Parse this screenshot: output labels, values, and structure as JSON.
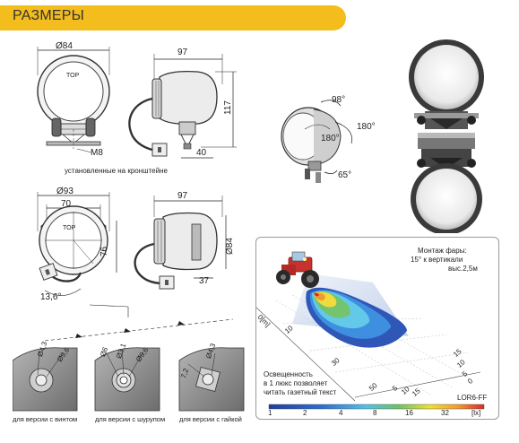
{
  "header": {
    "title": "РАЗМЕРЫ",
    "accent_color": "#f2bd1d"
  },
  "top_left": {
    "dia_84": "Ø84",
    "top_label": "TOP",
    "bolt": "M8",
    "caption": "установленные на кронштейне",
    "len_97": "97",
    "h_117": "117",
    "w_40": "40"
  },
  "middle_left": {
    "dia_93": "Ø93",
    "w_70": "70",
    "top_label": "TOP",
    "h_76": "76",
    "angle": "13,6°",
    "len_97": "97",
    "dia_84": "Ø84",
    "w_37": "37"
  },
  "angles": {
    "a98": "98°",
    "a180h": "180°",
    "a180v": "180°",
    "a65": "65°"
  },
  "details": [
    {
      "d1": "Ø4,3",
      "d2": "Ø9,6",
      "caption": "для версии с винтом"
    },
    {
      "d1": "Ø6",
      "d2": "Ø3,1",
      "d3": "Ø9,6",
      "caption": "для версии с шурупом"
    },
    {
      "d1": "7,2",
      "d2": "Ø4,3",
      "caption": "для версии с гайкой"
    }
  ],
  "beam_panel": {
    "note_line1": "Монтаж фары:",
    "note_line2": "15° к вертикали",
    "note_line3": "выс.2,5м",
    "axis_label": "0[m]",
    "ticks_back": [
      "10",
      "30",
      "50"
    ],
    "ticks_side": [
      "15",
      "10",
      "5",
      "0",
      "5",
      "10",
      "15"
    ],
    "info_line1": "Освещенность",
    "info_line2": "в 1 люкс позволяет",
    "info_line3": "читать газетный текст",
    "model": "LOR6-FF",
    "scale": [
      "1",
      "2",
      "4",
      "8",
      "16",
      "32",
      "[lx]"
    ]
  }
}
